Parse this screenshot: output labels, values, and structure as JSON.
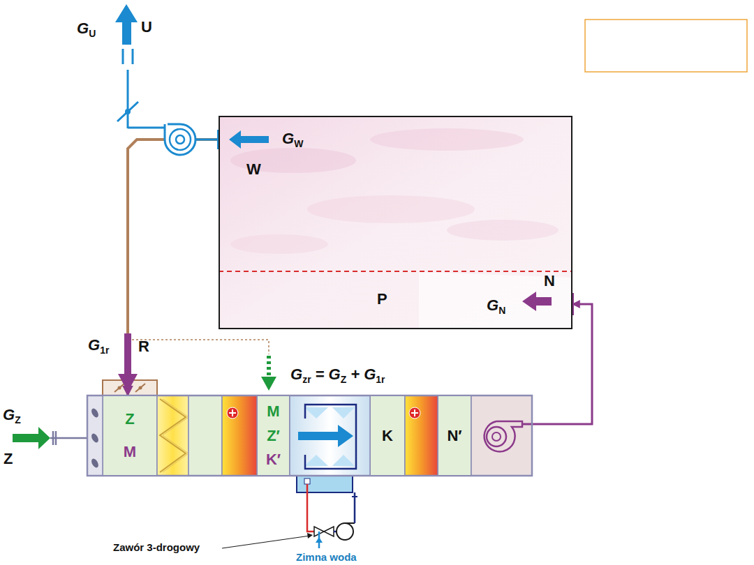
{
  "diagram": {
    "nodes": [
      {
        "text": [
          "P"
        ]
      },
      {
        "text": [
          "Z",
          "M"
        ]
      },
      {
        "text": [
          "M",
          "Z′",
          "K′"
        ]
      },
      {
        "text": [
          "K"
        ]
      },
      {
        "text": [
          "N′"
        ]
      }
    ],
    "edges": [
      {
        "from": 0,
        "to": 1,
        "arrow": "to"
      },
      {
        "from": 4,
        "to": 0,
        "arrow": "to"
      }
    ],
    "labels": [
      "G",
      "U",
      "U",
      "G",
      "W",
      "W",
      "N",
      "G",
      "N",
      "G",
      "1r",
      "R",
      "G",
      "zr",
      "= G",
      "Z",
      "+ G",
      "1r",
      "G",
      "Z",
      "Z",
      "Zawór 3-drogowy",
      "Zimna woda"
    ]
  }
}
